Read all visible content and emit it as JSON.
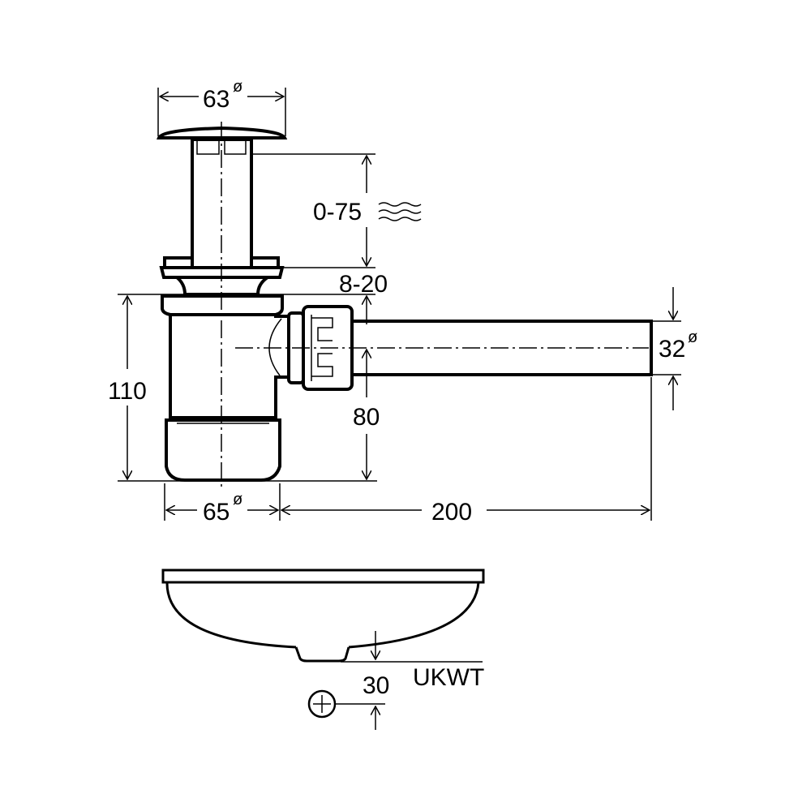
{
  "diagram": {
    "dimensions": {
      "cap_diameter": {
        "value": "63",
        "symbol": "ø"
      },
      "stroke_range": {
        "value": "0-75"
      },
      "wall_thickness": {
        "value": "8-20"
      },
      "body_height": {
        "value": "110"
      },
      "outlet_height": {
        "value": "80"
      },
      "outlet_diameter": {
        "value": "32",
        "symbol": "ø"
      },
      "body_diameter": {
        "value": "65",
        "symbol": "ø"
      },
      "outlet_length": {
        "value": "200"
      },
      "basin_clearance": {
        "value": "30"
      }
    },
    "basin_label": "UKWT"
  }
}
